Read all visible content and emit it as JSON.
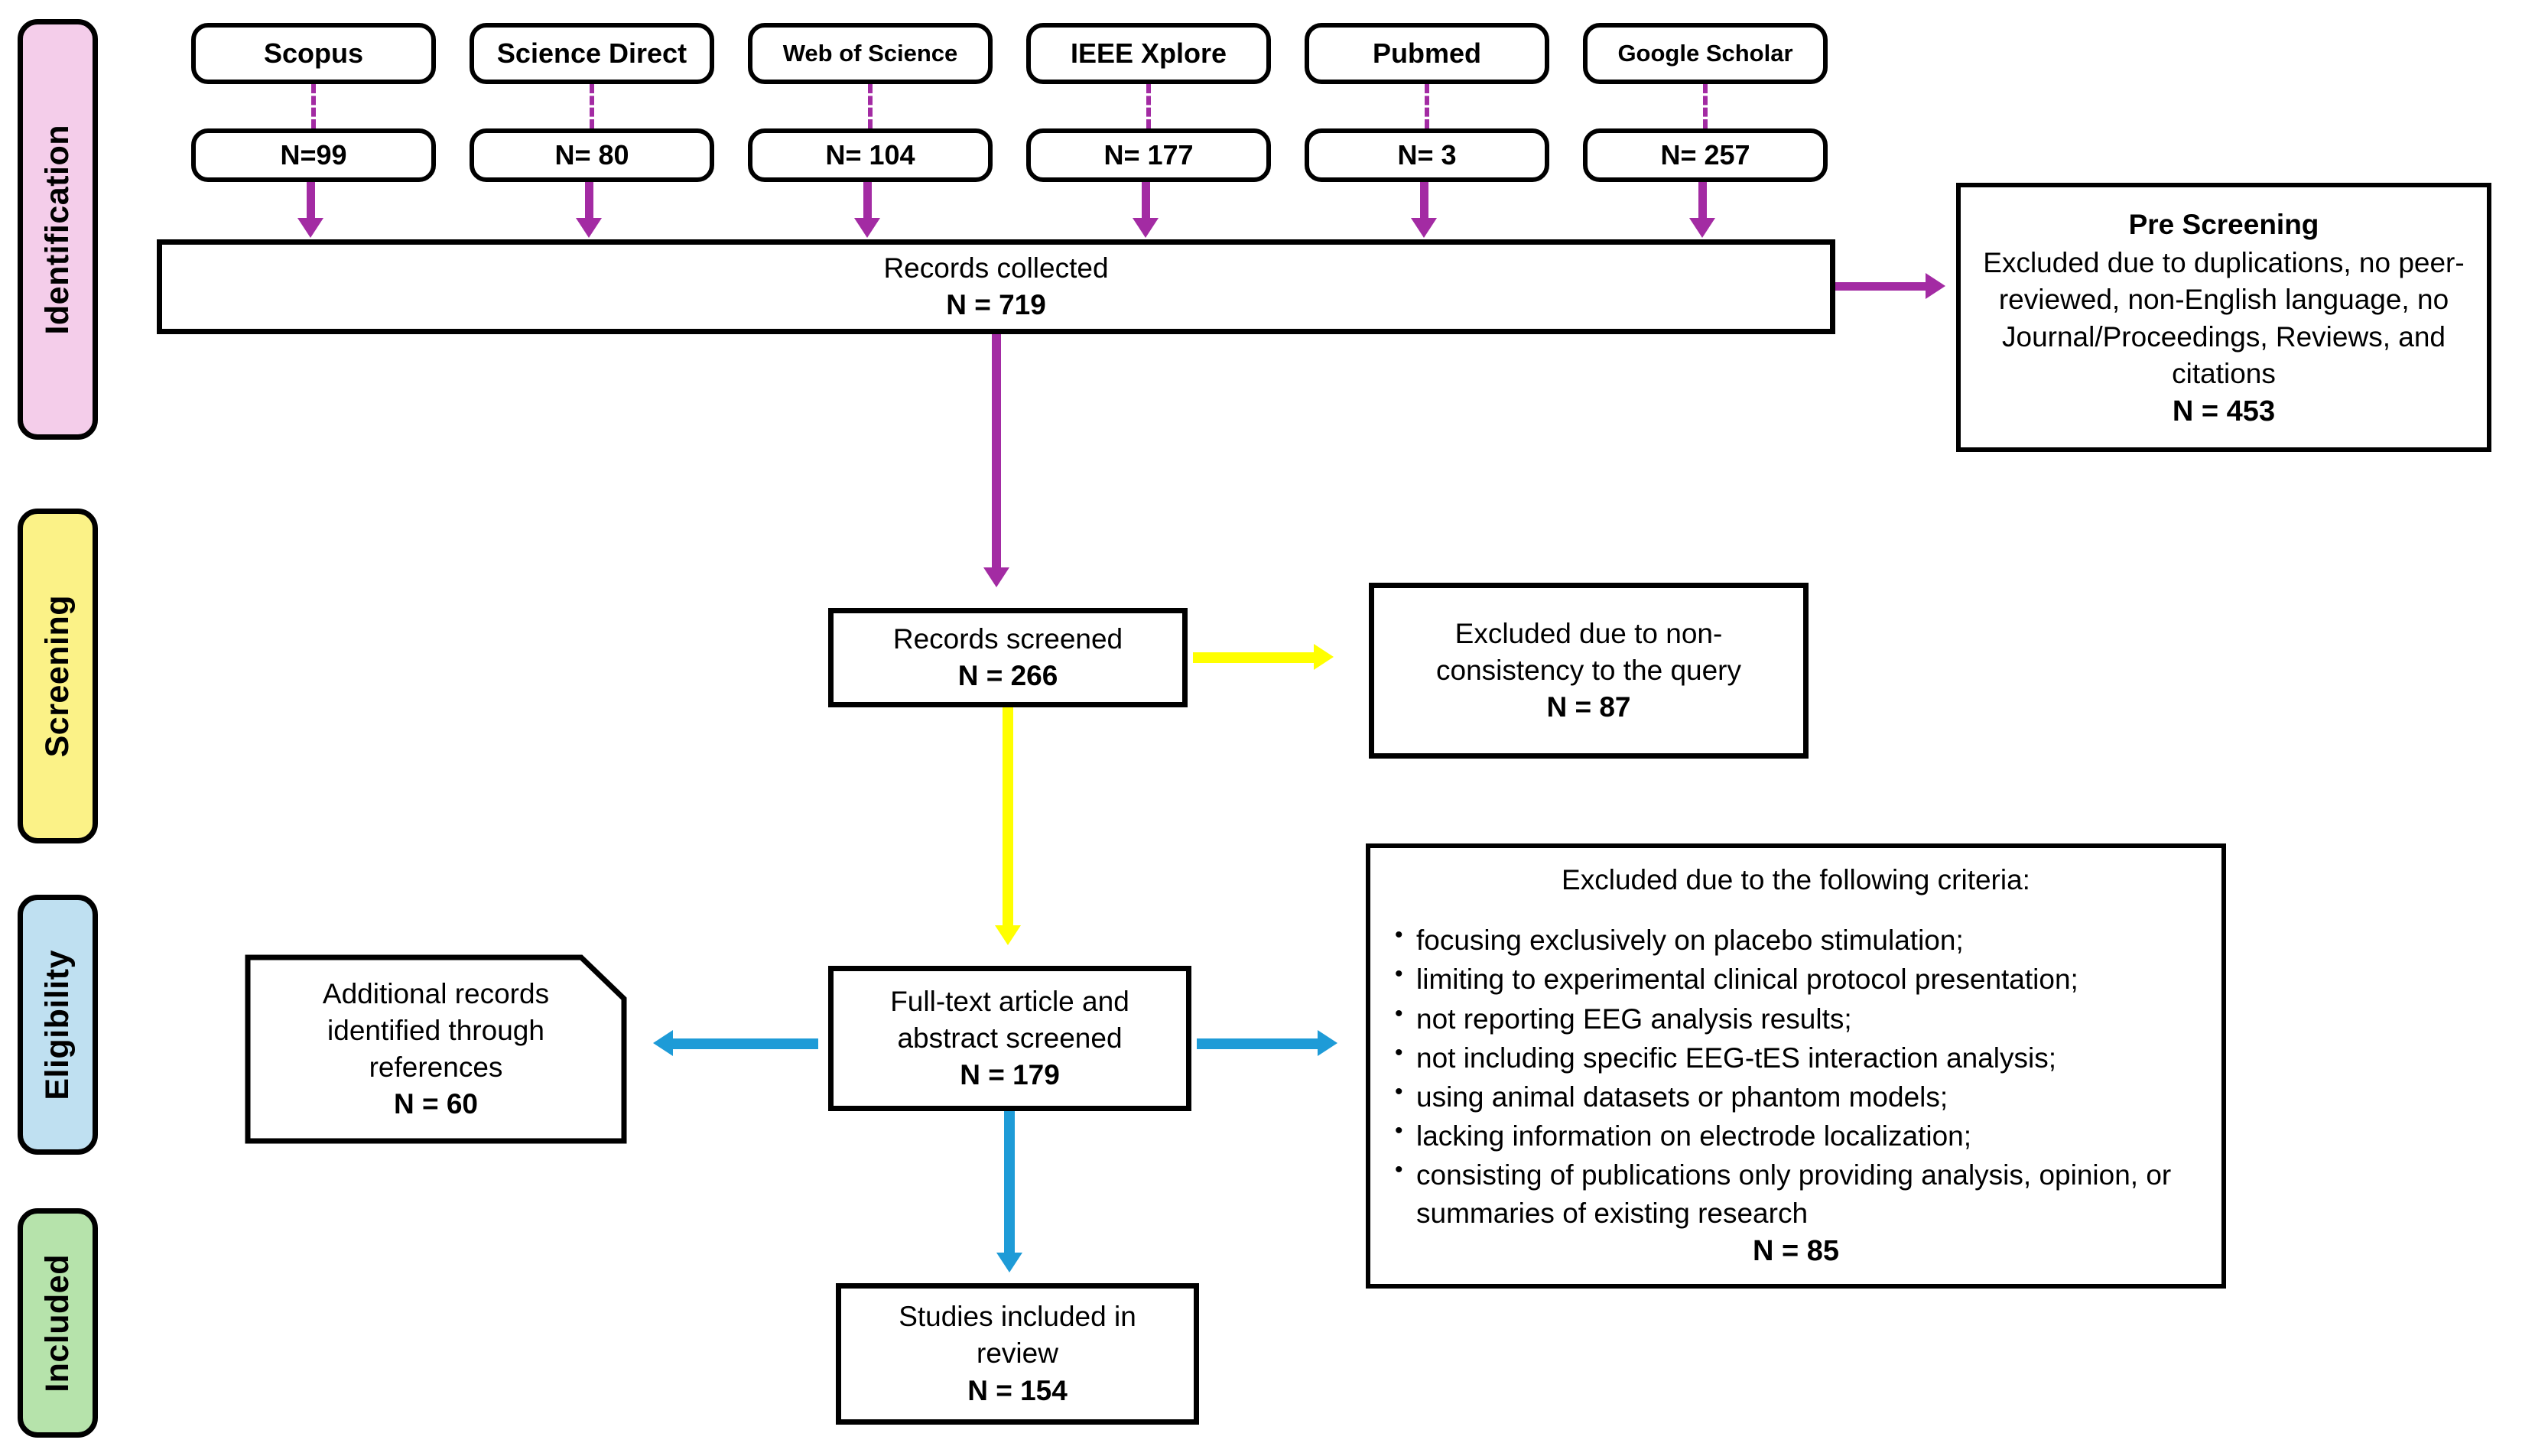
{
  "diagram": {
    "type": "prisma-flow-diagram",
    "stages": [
      {
        "id": "identification",
        "label": "Identification",
        "color": "#f4cdea"
      },
      {
        "id": "screening",
        "label": "Screening",
        "color": "#fbf287"
      },
      {
        "id": "eligibility",
        "label": "Eligibility",
        "color": "#bfe0f1"
      },
      {
        "id": "included",
        "label": "Included",
        "color": "#b6e3ab"
      }
    ],
    "connector_colors": {
      "identification": "#a32ba3",
      "screening": "#ffff00",
      "eligibility": "#1e9bd7"
    },
    "sources": [
      {
        "name": "Scopus",
        "count": "N=99"
      },
      {
        "name": "Science Direct",
        "count": "N= 80"
      },
      {
        "name": "Web of Science",
        "count": "N= 104"
      },
      {
        "name": "IEEE Xplore",
        "count": "N= 177"
      },
      {
        "name": "Pubmed",
        "count": "N= 3"
      },
      {
        "name": "Google Scholar",
        "count": "N= 257"
      }
    ],
    "records_collected": {
      "title": "Records collected",
      "n": "N = 719"
    },
    "pre_screening": {
      "title": "Pre Screening",
      "body": "Excluded due to duplications, no peer-reviewed, non-English language, no Journal/Proceedings, Reviews, and citations",
      "n": "N = 453"
    },
    "records_screened": {
      "title": "Records screened",
      "n": "N = 266"
    },
    "excluded_non_consistency": {
      "title": "Excluded due to non-consistency to the query",
      "n": "N = 87"
    },
    "additional_records": {
      "title": "Additional records identified through references",
      "n": "N = 60"
    },
    "full_text": {
      "title": "Full-text article and abstract screened",
      "n": "N = 179"
    },
    "excluded_criteria": {
      "title": "Excluded due to the following criteria:",
      "items": [
        "focusing exclusively on placebo stimulation;",
        "limiting to experimental clinical protocol presentation;",
        "not reporting EEG analysis results;",
        "not including specific EEG-tES interaction analysis;",
        "using animal datasets or phantom models;",
        "lacking information on electrode localization;",
        "consisting of publications only providing analysis, opinion, or summaries of existing research"
      ],
      "n": "N = 85"
    },
    "studies_included": {
      "title": "Studies included in review",
      "n": "N = 154"
    }
  }
}
